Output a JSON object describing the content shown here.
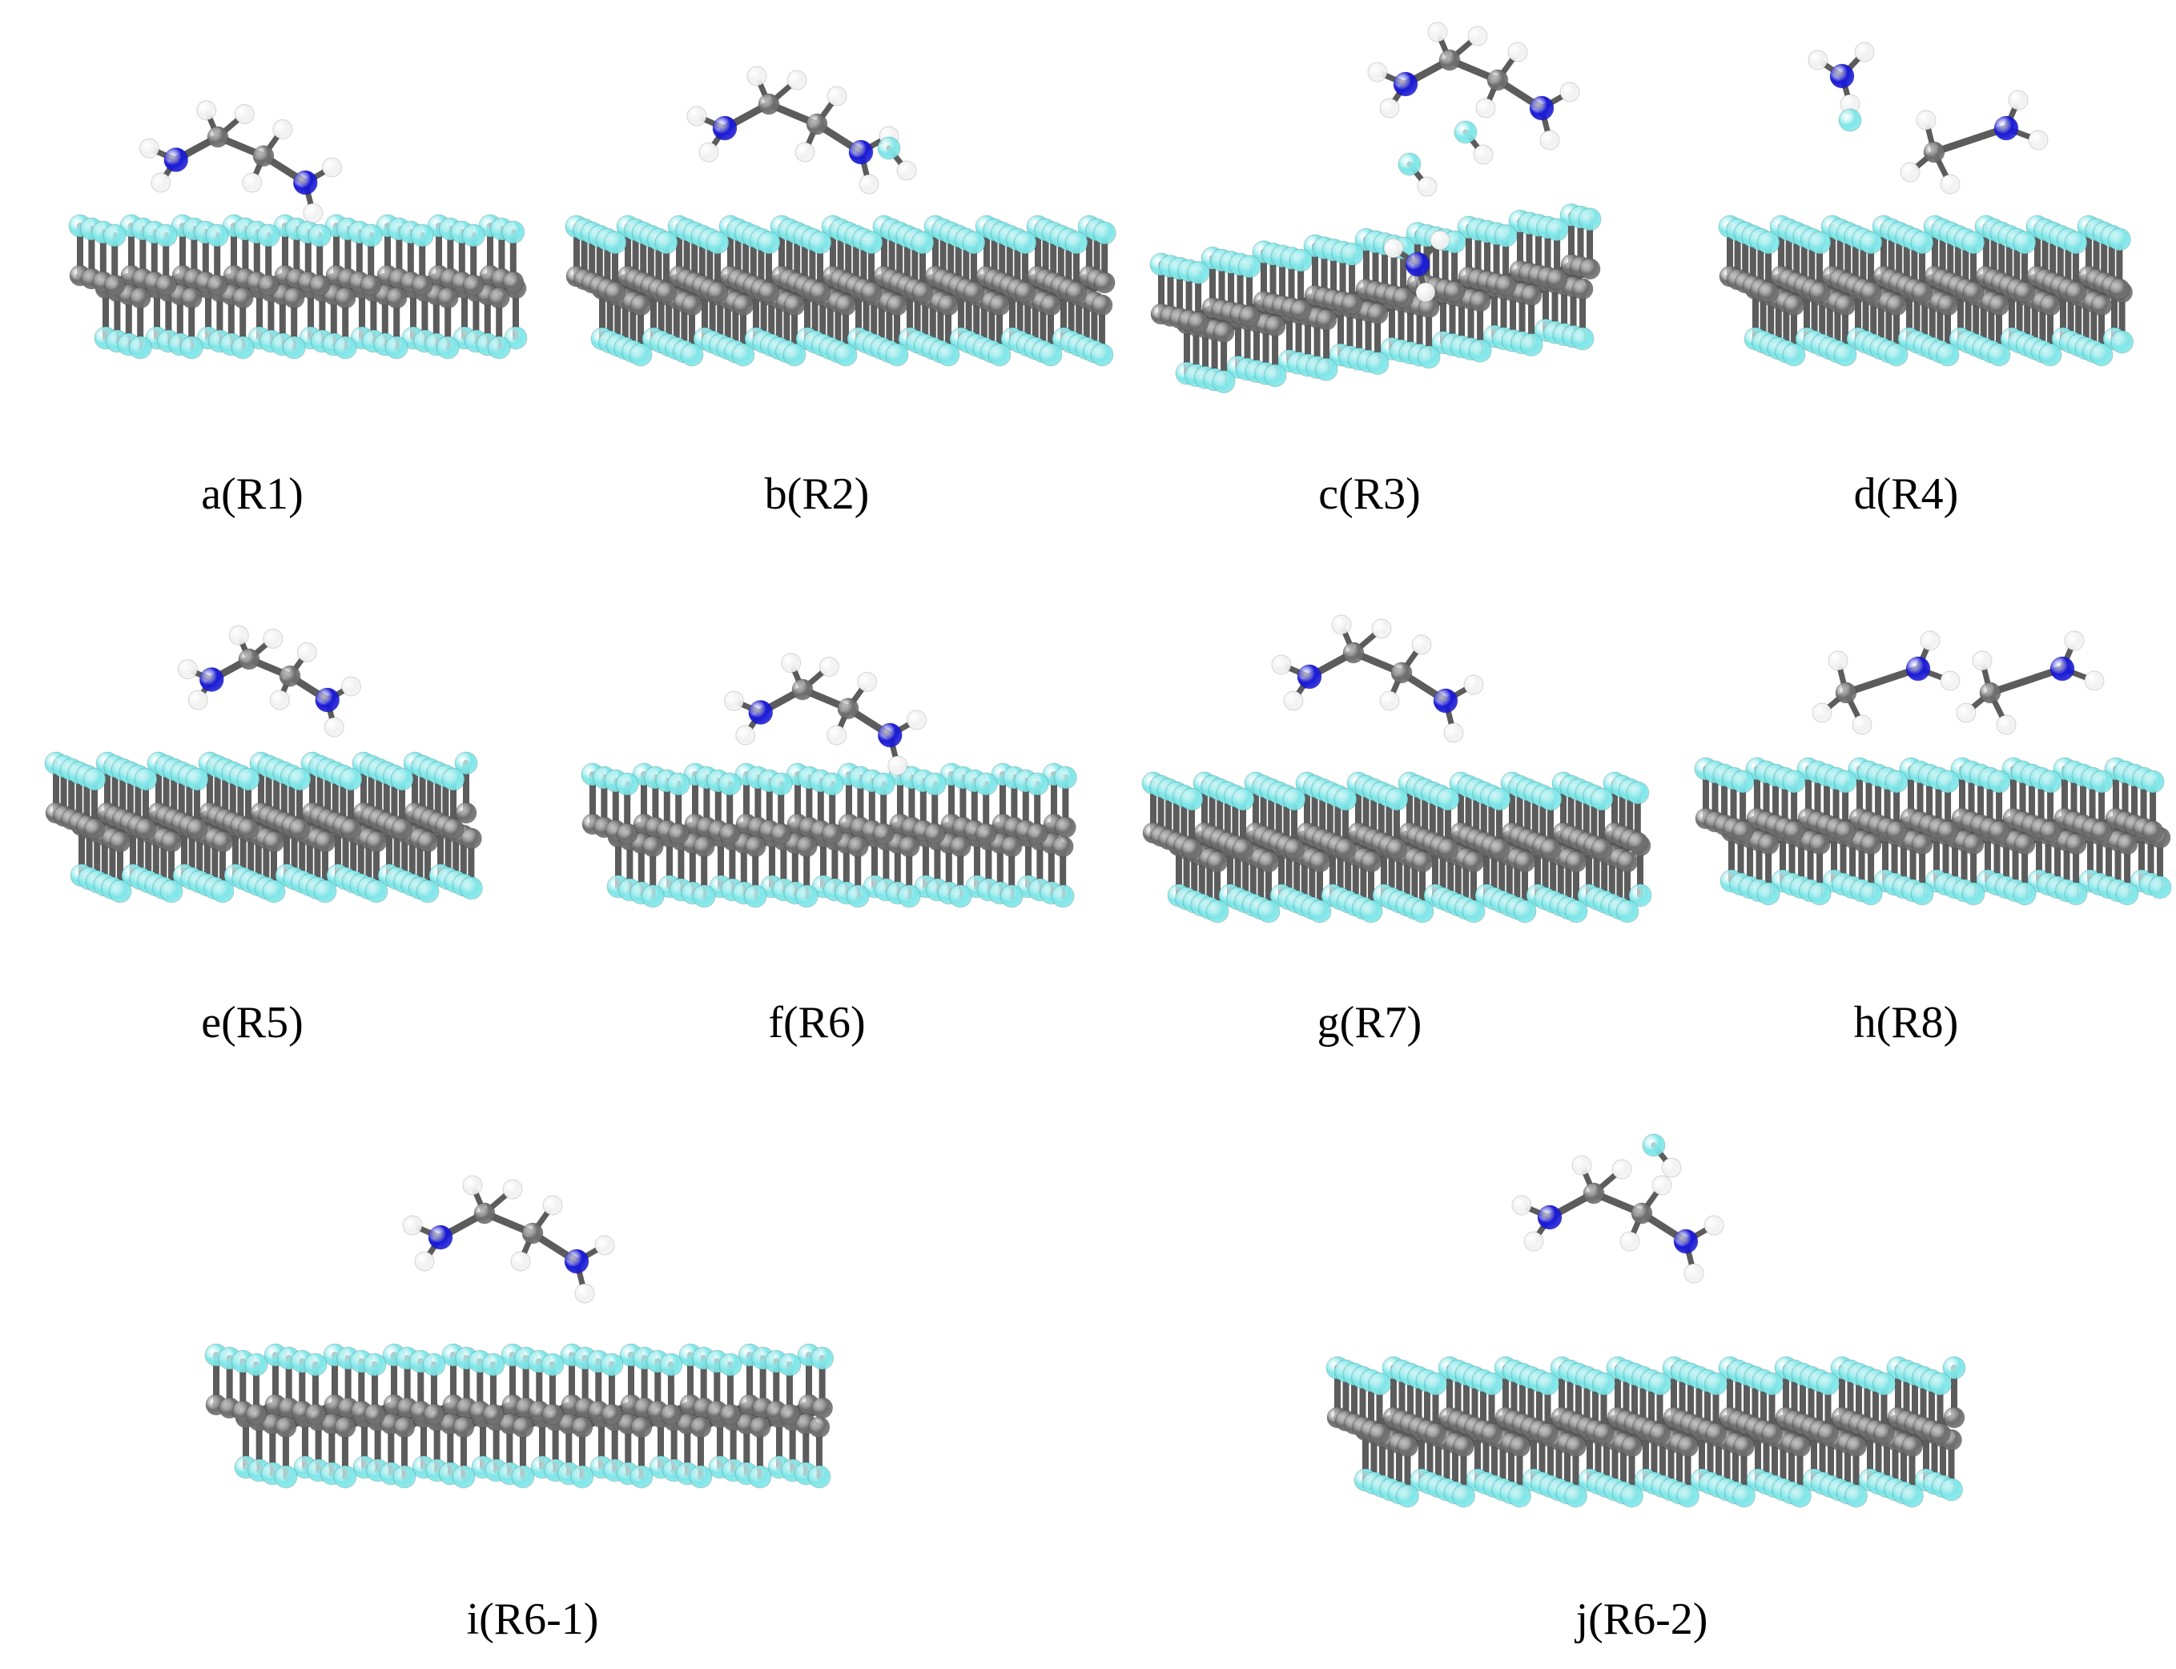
{
  "figure": {
    "colors": {
      "carbon": "#6e6e6e",
      "fluorine": "#7fe6e8",
      "nitrogen": "#1a1ad6",
      "hydrogen": "#f2f2f2",
      "bond": "#5c5c5c"
    },
    "panels": [
      {
        "id": "a",
        "caption": "a(R1)",
        "sheet": "flat",
        "fragments": "en"
      },
      {
        "id": "b",
        "caption": "b(R2)",
        "sheet": "flat",
        "fragments": "en_hf"
      },
      {
        "id": "c",
        "caption": "c(R3)",
        "sheet": "tilted",
        "fragments": "en_hf_adsorbed"
      },
      {
        "id": "d",
        "caption": "d(R4)",
        "sheet": "flat",
        "fragments": "split"
      },
      {
        "id": "e",
        "caption": "e(R5)",
        "sheet": "flat",
        "fragments": "en"
      },
      {
        "id": "f",
        "caption": "f(R6)",
        "sheet": "flat",
        "fragments": "en"
      },
      {
        "id": "g",
        "caption": "g(R7)",
        "sheet": "flat",
        "fragments": "en"
      },
      {
        "id": "h",
        "caption": "h(R8)",
        "sheet": "flat",
        "fragments": "split"
      },
      {
        "id": "i",
        "caption": "i(R6-1)",
        "sheet": "flat",
        "fragments": "en"
      },
      {
        "id": "j",
        "caption": "j(R6-2)",
        "sheet": "flat",
        "fragments": "en_hf"
      }
    ]
  }
}
